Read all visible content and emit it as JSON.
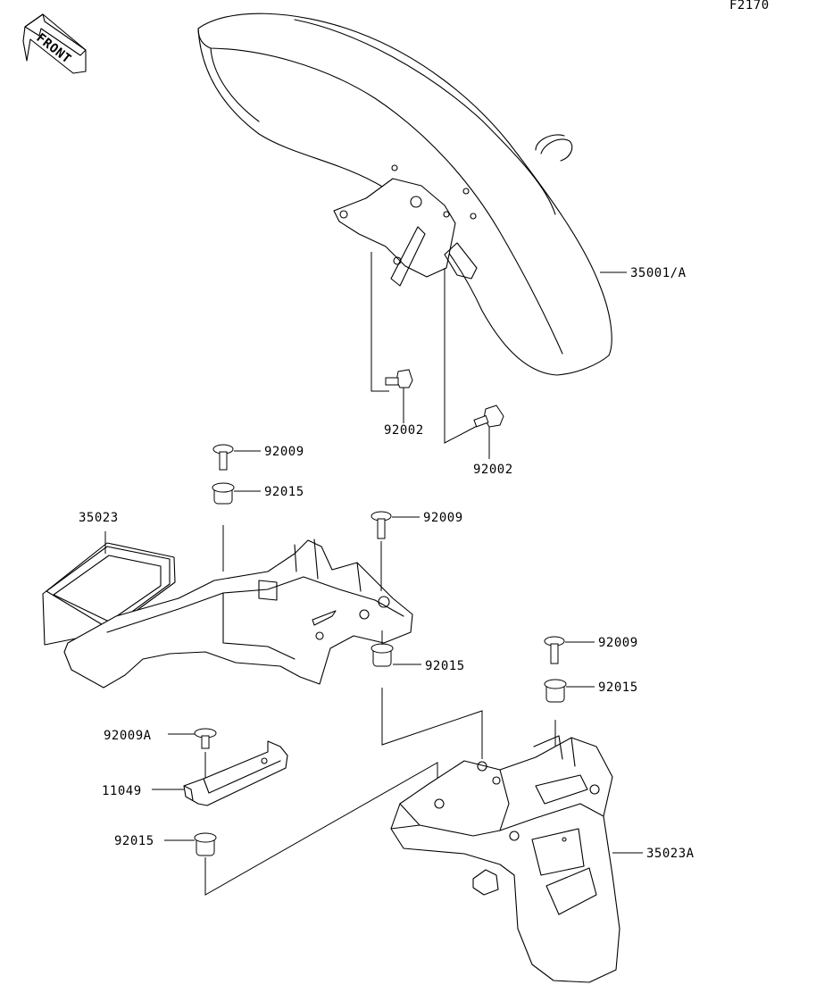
{
  "figure_code": "F2170",
  "front_badge": "FRONT",
  "callouts": {
    "front_fender": "35001/A",
    "fender_bolt_1": "92002",
    "fender_bolt_2": "92002",
    "screw_left": "92009",
    "grommet_left": "92015",
    "rear_fender_front": "35023",
    "screw_center": "92009",
    "grommet_center": "92015",
    "screw_right": "92009",
    "grommet_right": "92015",
    "screw_a": "92009A",
    "bracket": "11049",
    "grommet_lower": "92015",
    "rear_fender_rear": "35023A"
  }
}
